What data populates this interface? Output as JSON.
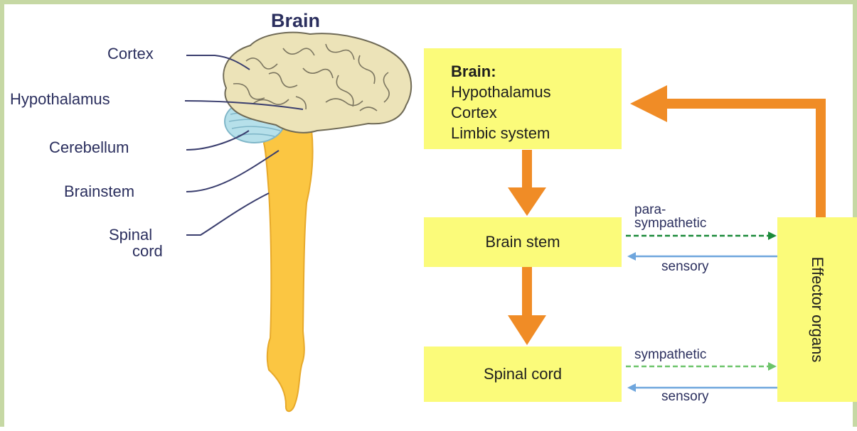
{
  "title": "Brain",
  "anatomy_labels": {
    "cortex": "Cortex",
    "hypothalamus": "Hypothalamus",
    "cerebellum": "Cerebellum",
    "brainstem": "Brainstem",
    "spinal_cord_line1": "Spinal",
    "spinal_cord_line2": "cord"
  },
  "flow": {
    "brain_box": {
      "heading": "Brain:",
      "items": [
        "Hypothalamus",
        "Cortex",
        "Limbic system"
      ]
    },
    "brain_stem_box": "Brain stem",
    "spinal_cord_box": "Spinal cord",
    "effector_box": "Effector organs",
    "arrows": {
      "parasympathetic_line1": "para-",
      "parasympathetic_line2": "sympathetic",
      "sensory_upper": "sensory",
      "sympathetic": "sympathetic",
      "sensory_lower": "sensory"
    }
  },
  "colors": {
    "box_fill": "#fbfb7a",
    "flow_arrow": "#f08c26",
    "parasympathetic_arrow": "#1b8a3a",
    "sympathetic_arrow": "#6cc46a",
    "sensory_arrow": "#6fa6dd",
    "brain_fill": "#ece3b8",
    "cerebellum_fill": "#b6e0ea",
    "spinal_fill": "#fbc642",
    "label_text": "#2b2f5e"
  }
}
